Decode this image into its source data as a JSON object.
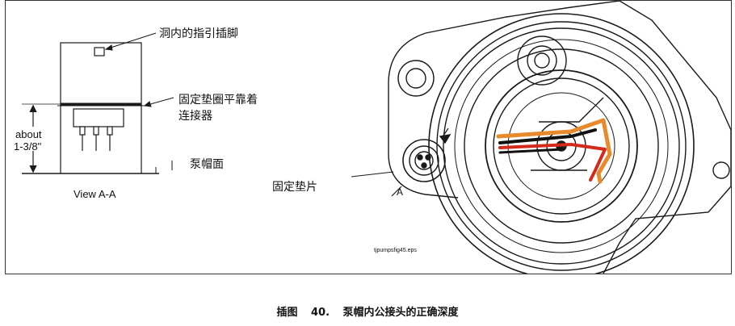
{
  "labels": {
    "guide_pin": "洞内的指引插脚",
    "gasket_flat_line1": "固定垫圈平靠着",
    "gasket_flat_line2": "连接器",
    "about_line1": "about",
    "about_line2": "1-3/8\"",
    "pump_cap_face": "泵帽面",
    "view": "View A-A",
    "fixing_washer": "固定垫片",
    "section_marker": "A",
    "file_tag": "tjpumpsfig45.eps"
  },
  "caption": {
    "prefix": "插图",
    "number": "40.",
    "text": "泵帽内公接头的正确深度"
  },
  "colors": {
    "wire_orange": "#e8892b",
    "wire_red": "#d42a1c",
    "wire_black": "#111111",
    "line": "#1a1a1a"
  }
}
